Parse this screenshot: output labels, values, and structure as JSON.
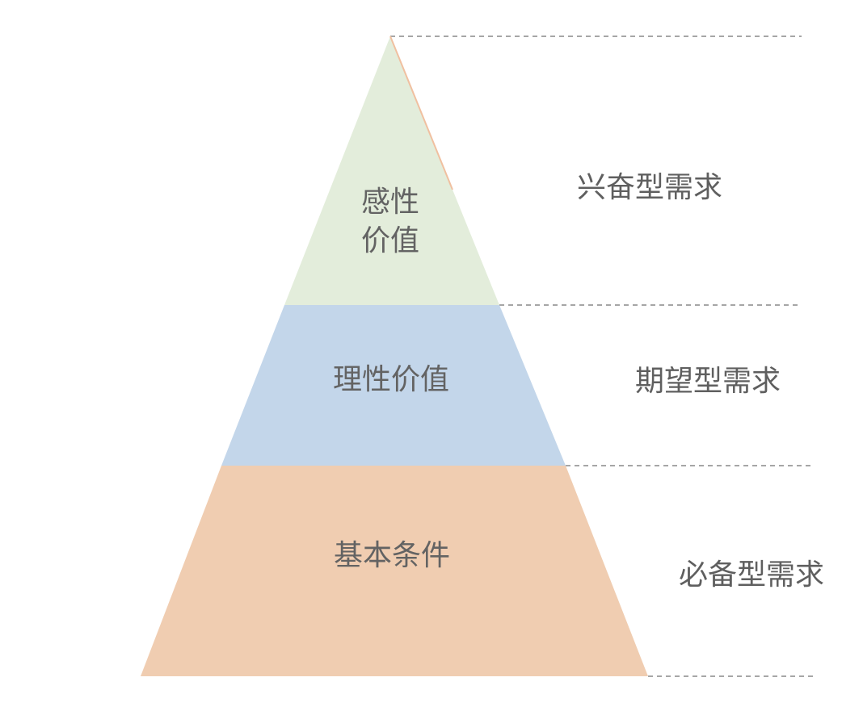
{
  "pyramid": {
    "layers": [
      {
        "lines": [
          "感性",
          "价值"
        ],
        "color": "#e3eddb"
      },
      {
        "lines": [
          "理性价值"
        ],
        "color": "#c3d6ea"
      },
      {
        "lines": [
          "基本条件"
        ],
        "color": "#f0cdb1"
      }
    ],
    "accent_edge_color": "#f0c0a0"
  },
  "needs": [
    {
      "label": "兴奋型需求"
    },
    {
      "label": "期望型需求"
    },
    {
      "label": "必备型需求"
    }
  ]
}
